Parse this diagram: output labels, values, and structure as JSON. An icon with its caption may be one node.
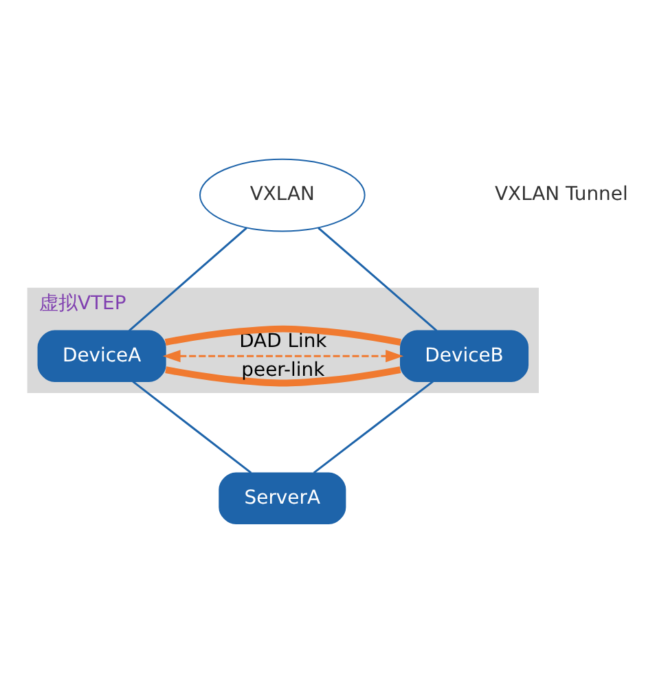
{
  "diagram": {
    "nodes": [
      {
        "text": [
          "VXLAN"
        ]
      },
      {
        "text": [
          "虚拟VTEP"
        ]
      },
      {
        "text": [
          "DeviceA"
        ],
        "in": 1
      },
      {
        "text": [
          "DeviceB"
        ],
        "in": 1
      },
      {
        "text": [
          "ServerA"
        ]
      }
    ],
    "edges": [
      {
        "from": 0,
        "to": 2,
        "arrow": "none"
      },
      {
        "from": 0,
        "to": 3,
        "arrow": "none"
      },
      {
        "from": 2,
        "to": 3,
        "arrow": "both",
        "style": "dashed",
        "color": "#f07a30",
        "label": "DAD Link"
      },
      {
        "from": 2,
        "to": 3,
        "arrow": "none",
        "style": "thick",
        "color": "#f07a30"
      },
      {
        "from": 2,
        "to": 3,
        "arrow": "none",
        "style": "thick",
        "color": "#f07a30",
        "label": "peer-link"
      },
      {
        "from": 2,
        "to": 4,
        "arrow": "none"
      },
      {
        "from": 3,
        "to": 4,
        "arrow": "none"
      }
    ],
    "labels": [
      "VXLAN Tunnel"
    ]
  }
}
